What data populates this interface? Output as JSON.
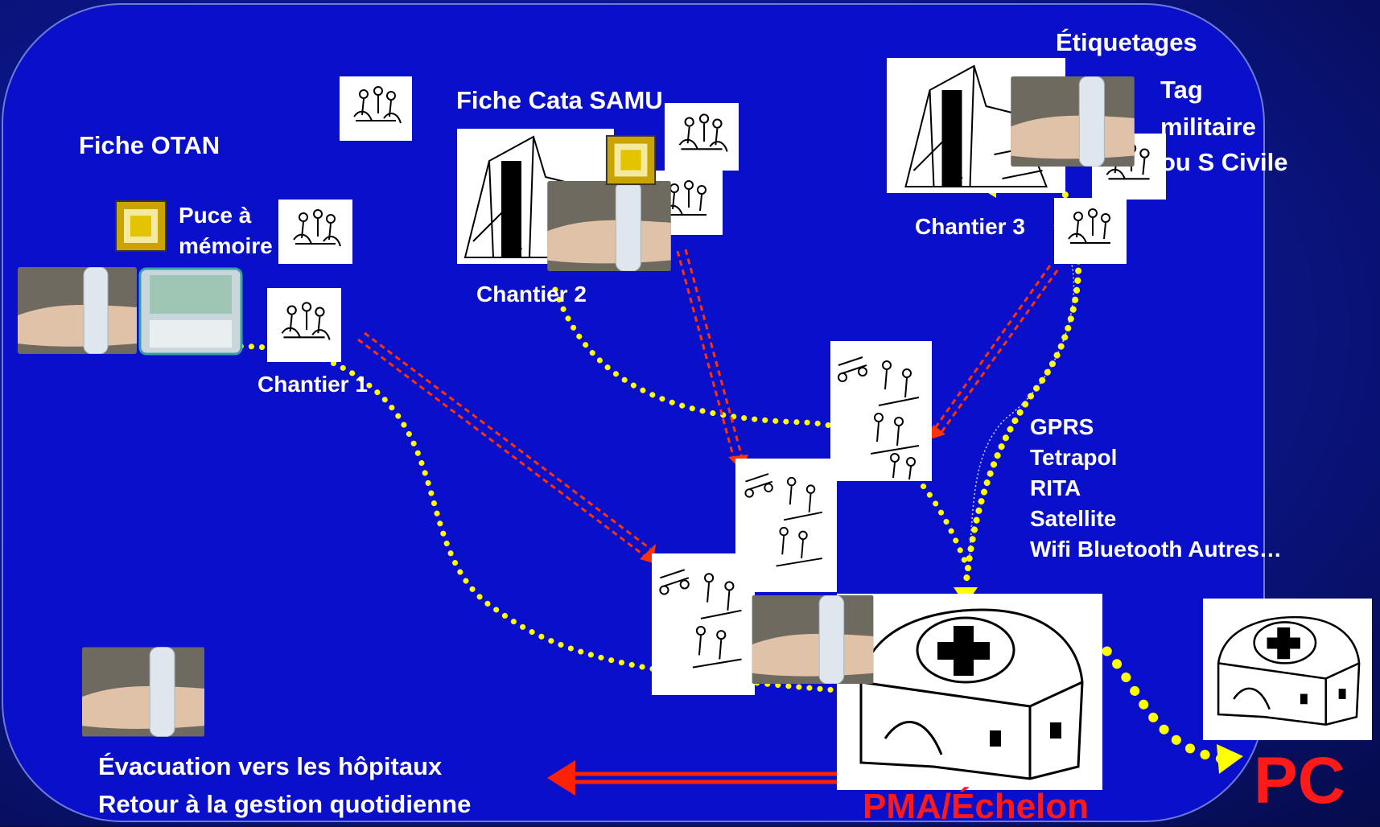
{
  "labels": {
    "fiche_otan": "Fiche OTAN",
    "fiche_cata": "Fiche Cata SAMU",
    "etiquetages": "Étiquetages",
    "tag_line1": "Tag",
    "tag_line2": "militaire",
    "tag_line3": "ou S Civile",
    "puce_line1": "Puce à",
    "puce_line2": "mémoire",
    "chantier1": "Chantier 1",
    "chantier2": "Chantier 2",
    "chantier3": "Chantier 3",
    "evac_line1": "Évacuation vers les hôpitaux",
    "evac_line2": "Retour à la gestion quotidienne",
    "pma": "PMA/Échelon",
    "pc": "PC"
  },
  "networks": [
    "GPRS",
    "Tetrapol",
    "RITA",
    "Satellite",
    "Wifi Bluetooth Autres…"
  ],
  "colors": {
    "panel": "#0a10c9",
    "yellow_dots": "#ffff00",
    "red_dashes": "#ff3300",
    "red_text": "#ff1a1a"
  },
  "icons": [
    "people-group-icon",
    "rubble-building-icon",
    "wristband-photo-icon",
    "memory-chip-icon",
    "pda-device-icon",
    "stretcher-group-icon",
    "medical-tent-icon"
  ]
}
